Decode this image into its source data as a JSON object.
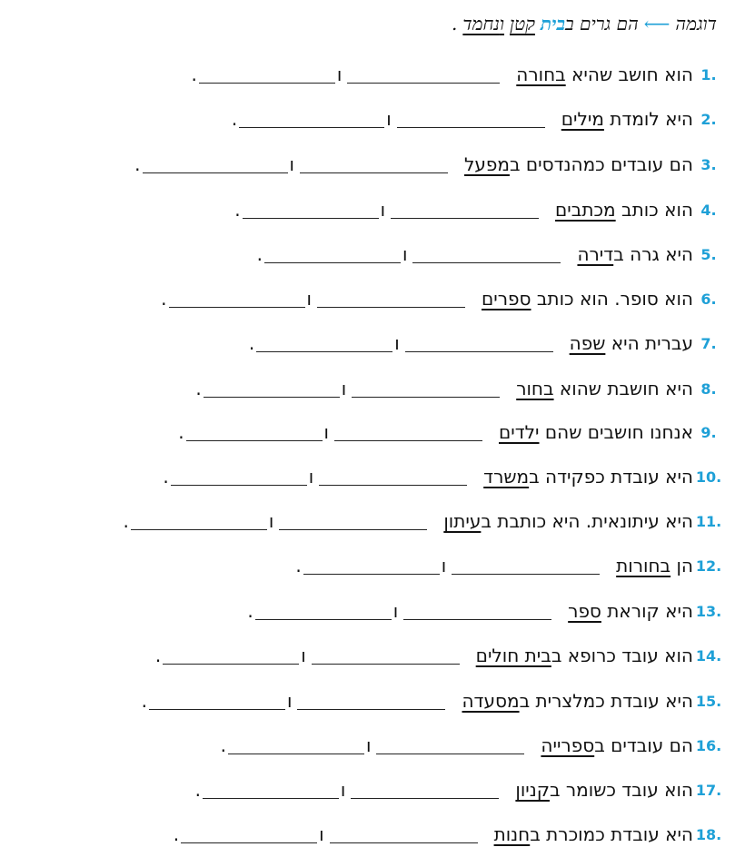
{
  "example": {
    "label": "דוגמה",
    "arrow": "⟵",
    "sentence_pre": "הם גרים ב",
    "highlight": "בית",
    "adj1": "קטן",
    "conj": "ו",
    "adj2": "נחמד",
    "period": "."
  },
  "conj": "ו",
  "period": ".",
  "items": [
    {
      "num": "1.",
      "pre": "הוא חושב שהיא ",
      "u": "בחורה",
      "post": ""
    },
    {
      "num": "2.",
      "pre": "היא לומדת ",
      "u": "מילים",
      "post": ""
    },
    {
      "num": "3.",
      "pre": "הם עובדים כמהנדסים ב",
      "u": "מפעל",
      "post": ""
    },
    {
      "num": "4.",
      "pre": "הוא כותב ",
      "u": "מכתבים",
      "post": ""
    },
    {
      "num": "5.",
      "pre": "היא גרה ב",
      "u": "דירה",
      "post": ""
    },
    {
      "num": "6.",
      "pre": "הוא סופר. הוא כותב ",
      "u": "ספרים",
      "post": ""
    },
    {
      "num": "7.",
      "pre": "עברית היא ",
      "u": "שפה",
      "post": ""
    },
    {
      "num": "8.",
      "pre": "היא חושבת שהוא ",
      "u": "בחור",
      "post": ""
    },
    {
      "num": "9.",
      "pre": "אנחנו חושבים שהם ",
      "u": "ילדים",
      "post": ""
    },
    {
      "num": "10.",
      "pre": "היא עובדת כפקידה ב",
      "u": "משרד",
      "post": ""
    },
    {
      "num": "11.",
      "pre": "היא עיתונאית. היא כותבת ב",
      "u": "עיתון",
      "post": ""
    },
    {
      "num": "12.",
      "pre": "הן ",
      "u": "בחורות",
      "post": ""
    },
    {
      "num": "13.",
      "pre": "היא קוראת ",
      "u": "ספר",
      "post": ""
    },
    {
      "num": "14.",
      "pre": "הוא עובד כרופא ב",
      "u": "בית חולים",
      "post": ""
    },
    {
      "num": "15.",
      "pre": "היא עובדת כמלצרית ב",
      "u": "מסעדה",
      "post": ""
    },
    {
      "num": "16.",
      "pre": "הם עובדים ב",
      "u": "ספרייה",
      "post": ""
    },
    {
      "num": "17.",
      "pre": "הוא עובד כשומר ב",
      "u": "קניון",
      "post": ""
    },
    {
      "num": "18.",
      "pre": "היא עובדת כמוכרת ב",
      "u": "חנות",
      "post": ""
    }
  ]
}
